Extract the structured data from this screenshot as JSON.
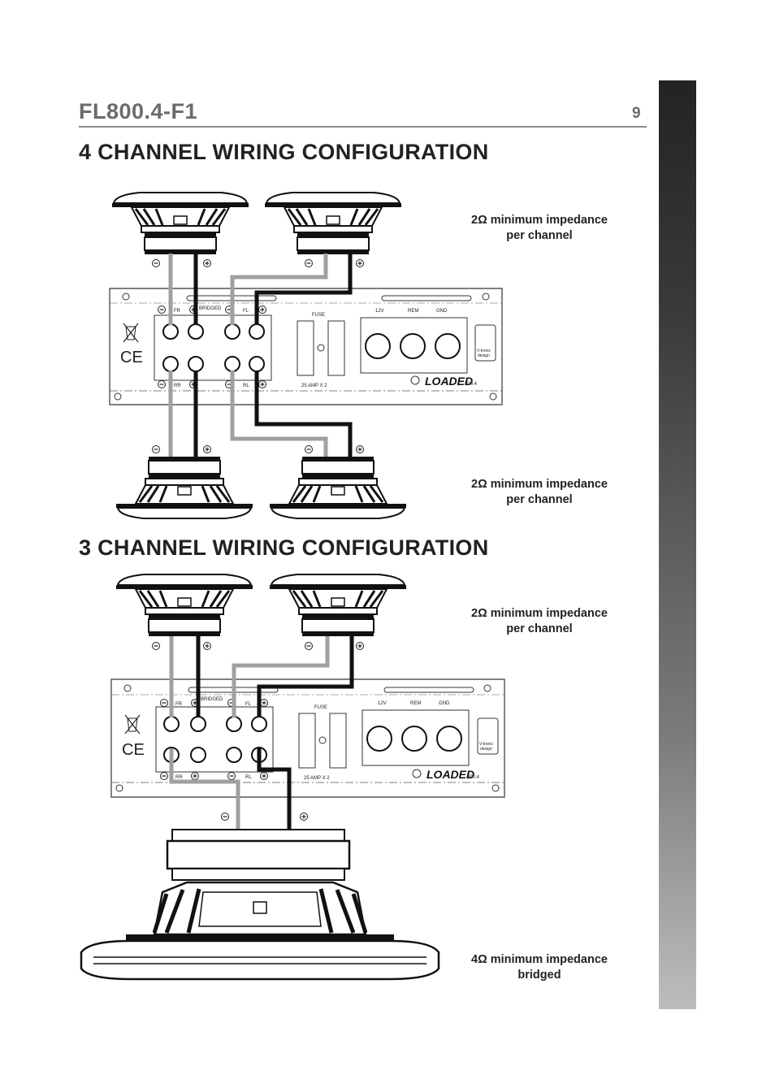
{
  "header": {
    "model": "FL800.4-F1",
    "page_number": "9"
  },
  "sections": [
    {
      "title": "4 CHANNEL WIRING CONFIGURATION",
      "notes": [
        {
          "line1": "2Ω minimum impedance",
          "line2": "per channel"
        },
        {
          "line1": "2Ω minimum impedance",
          "line2": "per channel"
        }
      ]
    },
    {
      "title": "3 CHANNEL WIRING CONFIGURATION",
      "notes": [
        {
          "line1": "2Ω minimum impedance",
          "line2": "per channel"
        },
        {
          "line1": "4Ω minimum impedance",
          "line2": "bridged"
        }
      ]
    }
  ],
  "amplifier": {
    "terminal_labels": {
      "fr": "FR",
      "bridged": "BRIDGED",
      "fl": "FL",
      "rr": "RR",
      "rl": "RL"
    },
    "fuse_label": "FUSE",
    "fuse_rating": "25 AMP X 2",
    "power_labels": {
      "twelve_v": "12V",
      "rem": "REM",
      "gnd": "GND"
    },
    "brand": "LOADED",
    "model_suffix": "800.4",
    "vtronic_line1": "V-tronic",
    "vtronic_line2": "design"
  },
  "colors": {
    "wire_negative": "#a0a0a0",
    "wire_positive": "#111111",
    "side_tab_dark": "#232323",
    "side_tab_light": "#bdbdbd"
  },
  "icons": [
    "ce-mark-icon",
    "weee-bin-icon",
    "minus-terminal-icon",
    "plus-terminal-icon"
  ]
}
